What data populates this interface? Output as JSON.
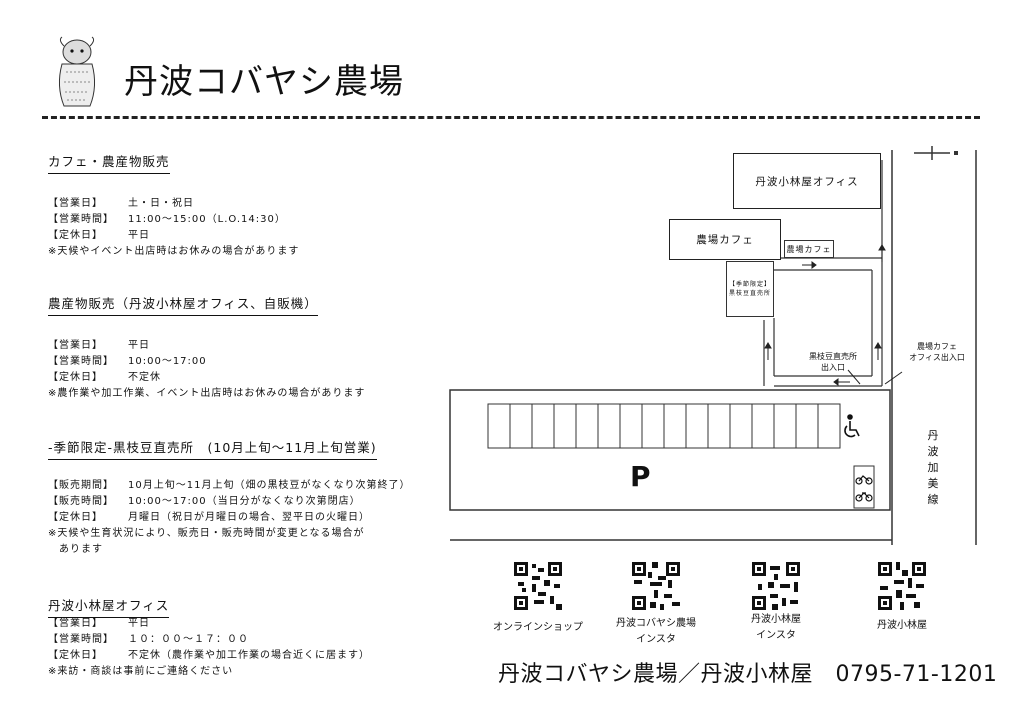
{
  "header": {
    "title": "丹波コバヤシ農場"
  },
  "sections": [
    {
      "heading": "カフェ・農産物販売",
      "lines": [
        {
          "label": "【営業日】",
          "value": "土・日・祝日"
        },
        {
          "label": "【営業時間】",
          "value": "11:00～15:00（L.O.14:30）"
        },
        {
          "label": "【定休日】",
          "value": "平日"
        },
        {
          "label": "",
          "value": "※天候やイベント出店時はお休みの場合があります"
        }
      ]
    },
    {
      "heading": "農産物販売（丹波小林屋オフィス、自販機）",
      "lines": [
        {
          "label": "【営業日】",
          "value": "平日"
        },
        {
          "label": "【営業時間】",
          "value": "10:00～17:00"
        },
        {
          "label": "【定休日】",
          "value": "不定休"
        },
        {
          "label": "",
          "value": "※農作業や加工作業、イベント出店時はお休みの場合があります"
        }
      ]
    },
    {
      "heading": "-季節限定-黒枝豆直売所　(10月上旬～11月上旬営業)",
      "lines": [
        {
          "label": "【販売期間】",
          "value": "10月上旬～11月上旬（畑の黒枝豆がなくなり次第終了）"
        },
        {
          "label": "【販売時間】",
          "value": "10:00～17:00（当日分がなくなり次第閉店）"
        },
        {
          "label": "【定休日】",
          "value": "月曜日（祝日が月曜日の場合、翌平日の火曜日）"
        },
        {
          "label": "",
          "value": "※天候や生育状況により、販売日・販売時間が変更となる場合が"
        },
        {
          "label": "",
          "value": "　あります"
        }
      ]
    },
    {
      "heading": "丹波小林屋オフィス",
      "lines": [
        {
          "label": "【営業日】",
          "value": "平日"
        },
        {
          "label": "【営業時間】",
          "value": "１０：００～１７：００"
        },
        {
          "label": "【定休日】",
          "value": "不定休（農作業や加工作業の場合近くに居ます）"
        },
        {
          "label": "",
          "value": "※来訪・商談は事前にご連絡ください"
        }
      ]
    }
  ],
  "map": {
    "office": "丹波小林屋オフィス",
    "cafe": "農場カフェ",
    "cafe_sign": "農場カフェ",
    "kuroedamame_line1": "【季節限定】",
    "kuroedamame_line2": "黒枝豆直売所",
    "entrance_label_line1": "黒枝豆直売所",
    "entrance_label_line2": "出入口",
    "cafe_entrance_line1": "農場カフェ",
    "cafe_entrance_line2": "オフィス出入口",
    "parking": "P",
    "road_chars": [
      "丹",
      "波",
      "加",
      "美",
      "線"
    ],
    "handicap_icon": "wheelchair-icon",
    "motorbike_icon": "motorbike-icon",
    "bicycle_icon": "bicycle-icon"
  },
  "qr_codes": [
    {
      "caption_line1": "オンラインショップ",
      "caption_line2": ""
    },
    {
      "caption_line1": "丹波コバヤシ農場",
      "caption_line2": "インスタ"
    },
    {
      "caption_line1": "丹波小林屋",
      "caption_line2": "インスタ"
    },
    {
      "caption_line1": "丹波小林屋",
      "caption_line2": ""
    }
  ],
  "footer": {
    "text": "丹波コバヤシ農場／丹波小林屋　0795-71-1201"
  }
}
